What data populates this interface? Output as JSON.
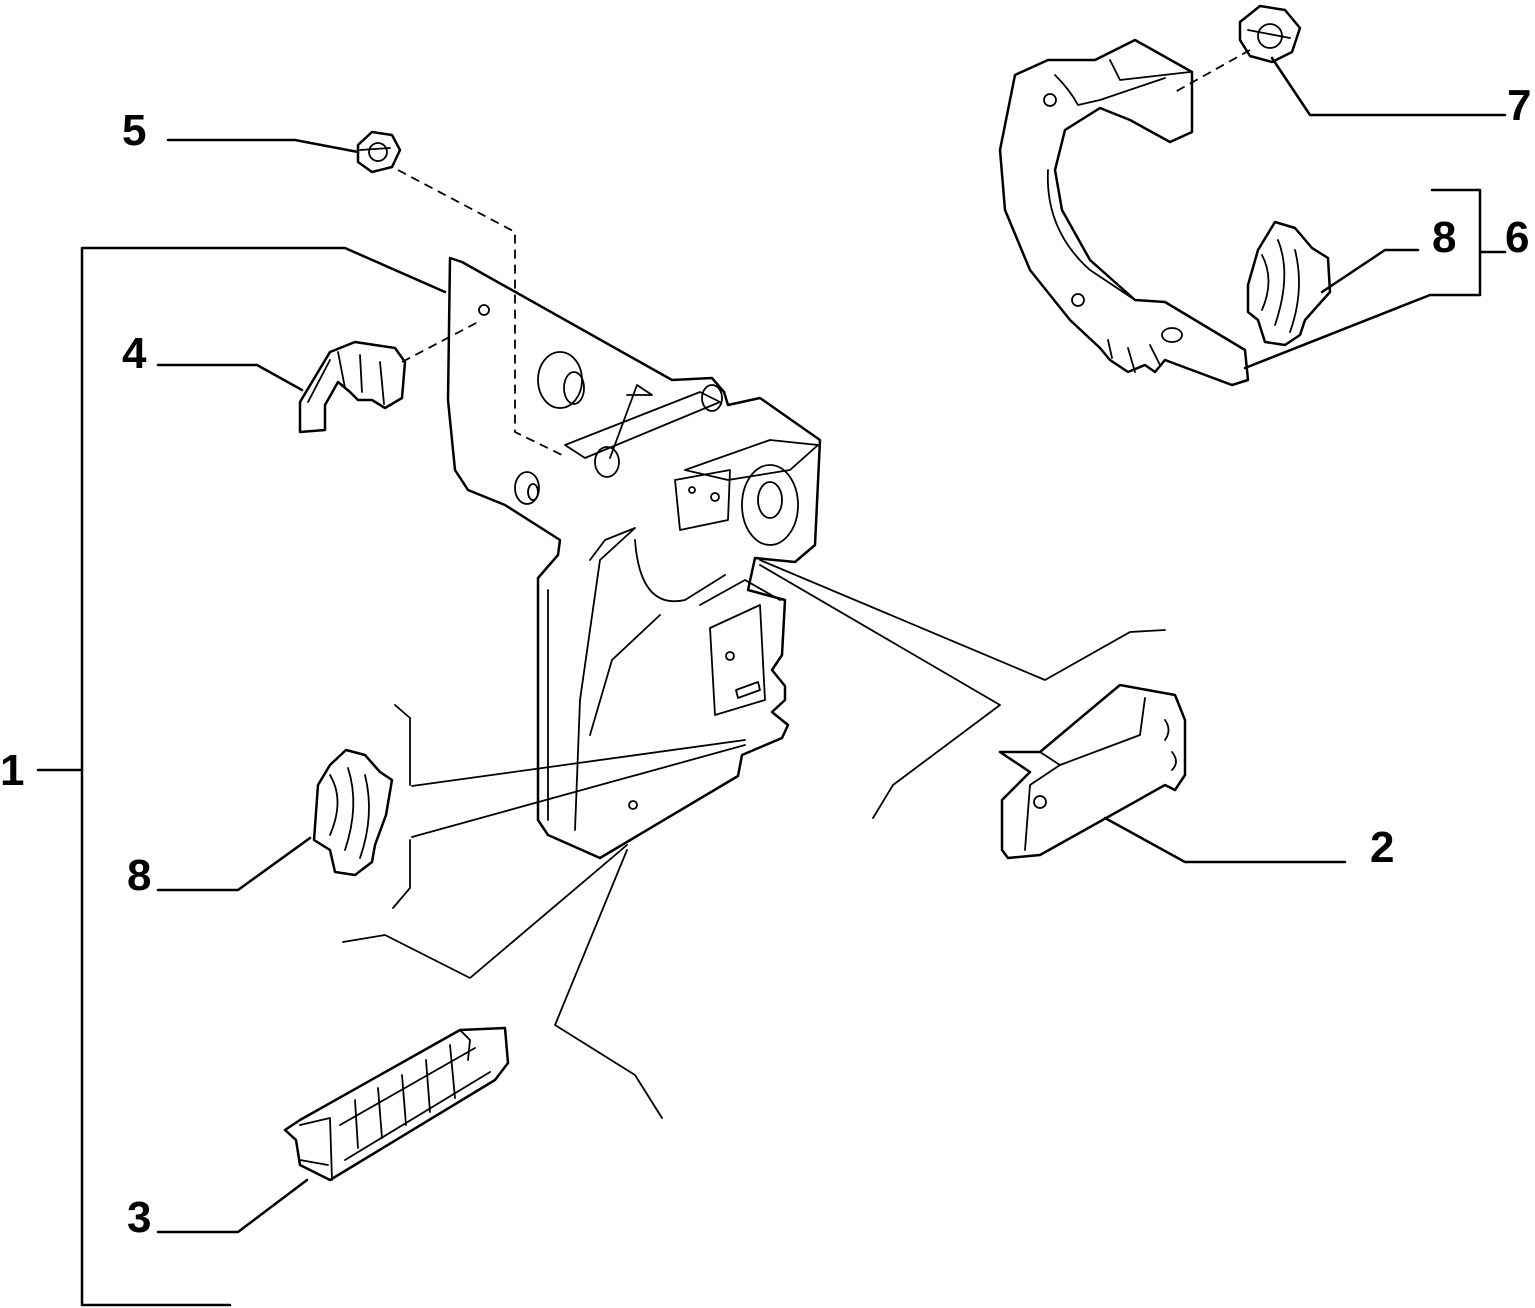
{
  "callouts": {
    "c1": "1",
    "c2": "2",
    "c3": "3",
    "c4": "4",
    "c5": "5",
    "c6": "6",
    "c7": "7",
    "c8_left": "8",
    "c8_right": "8"
  }
}
